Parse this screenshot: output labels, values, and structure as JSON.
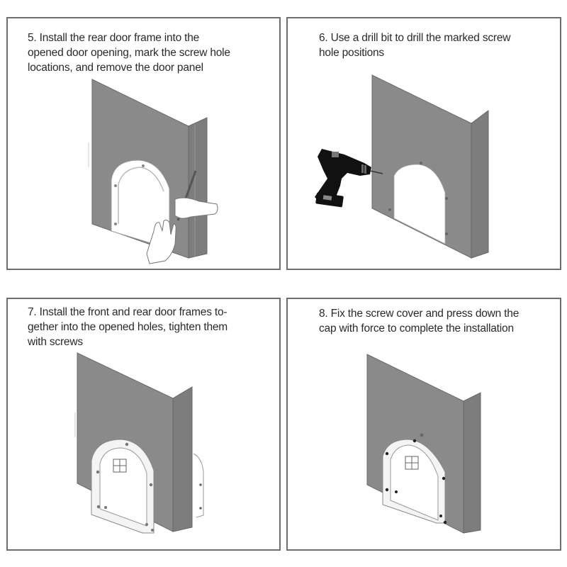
{
  "steps": [
    {
      "number": "5",
      "lines": [
        "5. Install the rear door frame into the",
        "opened door opening, mark the screw hole",
        "locations, and remove the door panel"
      ],
      "illustration": "wall-with-door-frame-hand-marking-with-pencil-icon"
    },
    {
      "number": "6",
      "lines": [
        "6. Use a drill bit to drill the marked screw",
        "hole positions"
      ],
      "illustration": "wall-opening-with-power-drill-icon"
    },
    {
      "number": "7",
      "lines": [
        "7. Install the front and rear door frames to-",
        "gether into the opened holes, tighten them",
        "with screws"
      ],
      "illustration": "wall-with-pet-door-and-rear-frame-icon"
    },
    {
      "number": "8",
      "lines": [
        "8. Fix the screw cover and press down the",
        "cap with force to complete the installation"
      ],
      "illustration": "wall-with-installed-pet-door-icon"
    }
  ],
  "colors": {
    "panel_border": "#6e6e6e",
    "wall_fill": "#8a8a8a",
    "wall_side_fill": "#7d7d7d",
    "text": "#2a2a2a",
    "drill": "#111111"
  }
}
